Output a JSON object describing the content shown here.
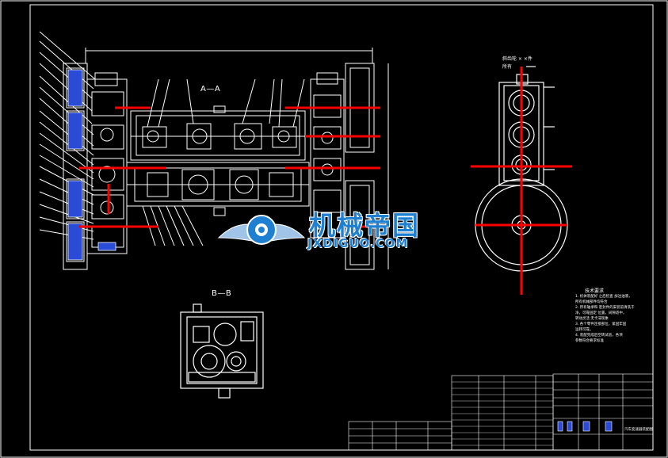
{
  "views": {
    "section_aa": "A—A",
    "section_bb": "B—B"
  },
  "watermark": {
    "brand_cn": "机械帝国",
    "brand_en": "JXDIGUO.COM",
    "logo_icon": "gear-wings-logo-icon",
    "brand_color": "#1f7fd0"
  },
  "side_view_note": {
    "line1": "斜齿轮  ×  ×件",
    "line2": "所有"
  },
  "technical_requirements": {
    "title": "技术要求",
    "lines": [
      "1.  机体装配好  之后检查  加注油液，",
      "     所有机械部件均符合",
      "2.  所有轴承和  密封件的安装前清洗干",
      "     净，可靠固定  位置，间隙适中，",
      "     转动灵活  无卡滞现象",
      "3.  各个零件连接部位，紧固牢固",
      "     运转可靠。",
      "4.  装配完成后空转试验，各项",
      "     参数符合要求标准"
    ]
  },
  "title_block": {
    "drawing_name": "汽车变速器装配图"
  },
  "colors": {
    "background": "#000000",
    "linework": "#ffffff",
    "centerline": "#ff0000",
    "highlight": "#2a4bd6"
  }
}
